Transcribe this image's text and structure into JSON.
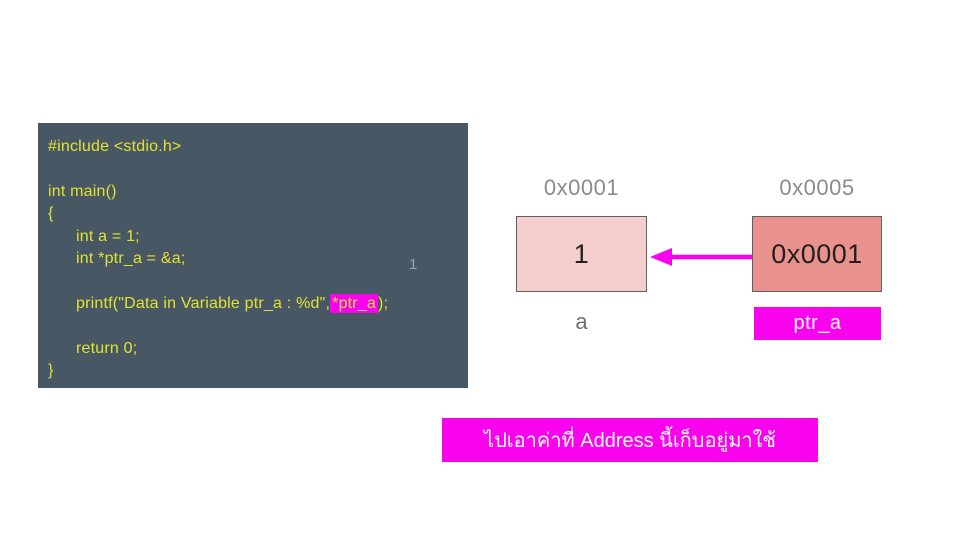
{
  "slide": {
    "background_color": "#ffffff",
    "accent_magenta": "#f903ef"
  },
  "code_block": {
    "background_color": "#475764",
    "text_color": "#e3e331",
    "line_include": "#include <stdio.h>",
    "line_main": "int main()",
    "brace_open": "{",
    "line_decl_a": "int a = 1;",
    "line_decl_ptr": "int *ptr_a = &a;",
    "printf_pre": "printf(\"Data in Variable ptr_a : %d\",",
    "printf_highlight": "*ptr_a",
    "printf_post": ");",
    "line_return": "return 0;",
    "brace_close": "}",
    "value_annotation": "1",
    "annotation_color": "#9ba3a8",
    "highlight_color": "#f903ef"
  },
  "diagram": {
    "variable_a": {
      "address_label": "0x0001",
      "value": "1",
      "name_label": "a",
      "box_color": "#f4cdcd"
    },
    "pointer_ptr_a": {
      "address_label": "0x0005",
      "value": "0x0001",
      "name_label": "ptr_a",
      "box_color": "#e9918d",
      "name_badge_color": "#f903ef"
    },
    "arrow_color": "#f903ef"
  },
  "caption": {
    "text": "ไปเอาค่าที่ Address นี้เก็บอยู่มาใช้",
    "background_color": "#f903ef",
    "text_color": "#ffffff"
  }
}
